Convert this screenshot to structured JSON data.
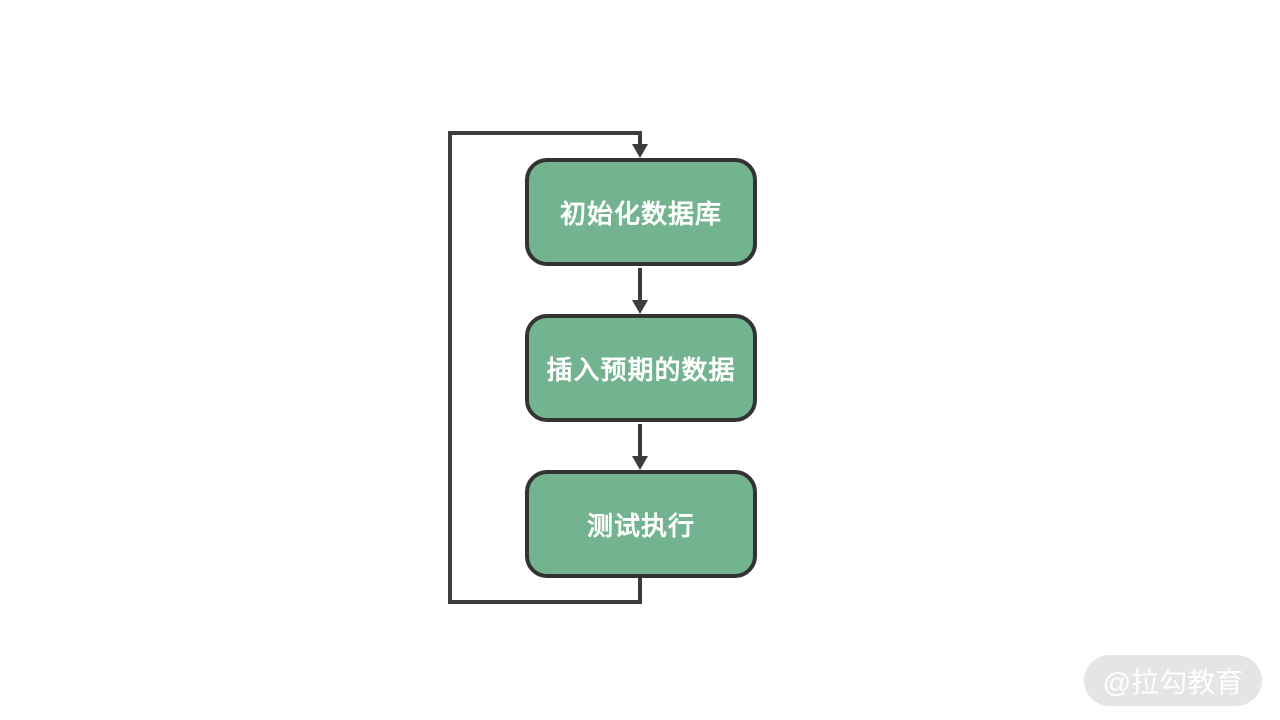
{
  "diagram": {
    "title": "database-test-loop-flowchart",
    "nodes": [
      {
        "id": "init-database",
        "label": "初始化数据库"
      },
      {
        "id": "insert-expected",
        "label": "插入预期的数据"
      },
      {
        "id": "test-execute",
        "label": "测试执行"
      }
    ],
    "edges": [
      {
        "from": "init-database",
        "to": "insert-expected",
        "type": "arrow-down"
      },
      {
        "from": "insert-expected",
        "to": "test-execute",
        "type": "arrow-down"
      },
      {
        "from": "test-execute",
        "to": "init-database",
        "type": "loop-back-left"
      }
    ],
    "colors": {
      "node_fill": "#73B390",
      "node_border": "#333333",
      "node_text": "#FFFFFF",
      "line": "#3D3D3D",
      "background": "#FFFFFF"
    }
  },
  "watermark": {
    "text": "@拉勾教育"
  }
}
